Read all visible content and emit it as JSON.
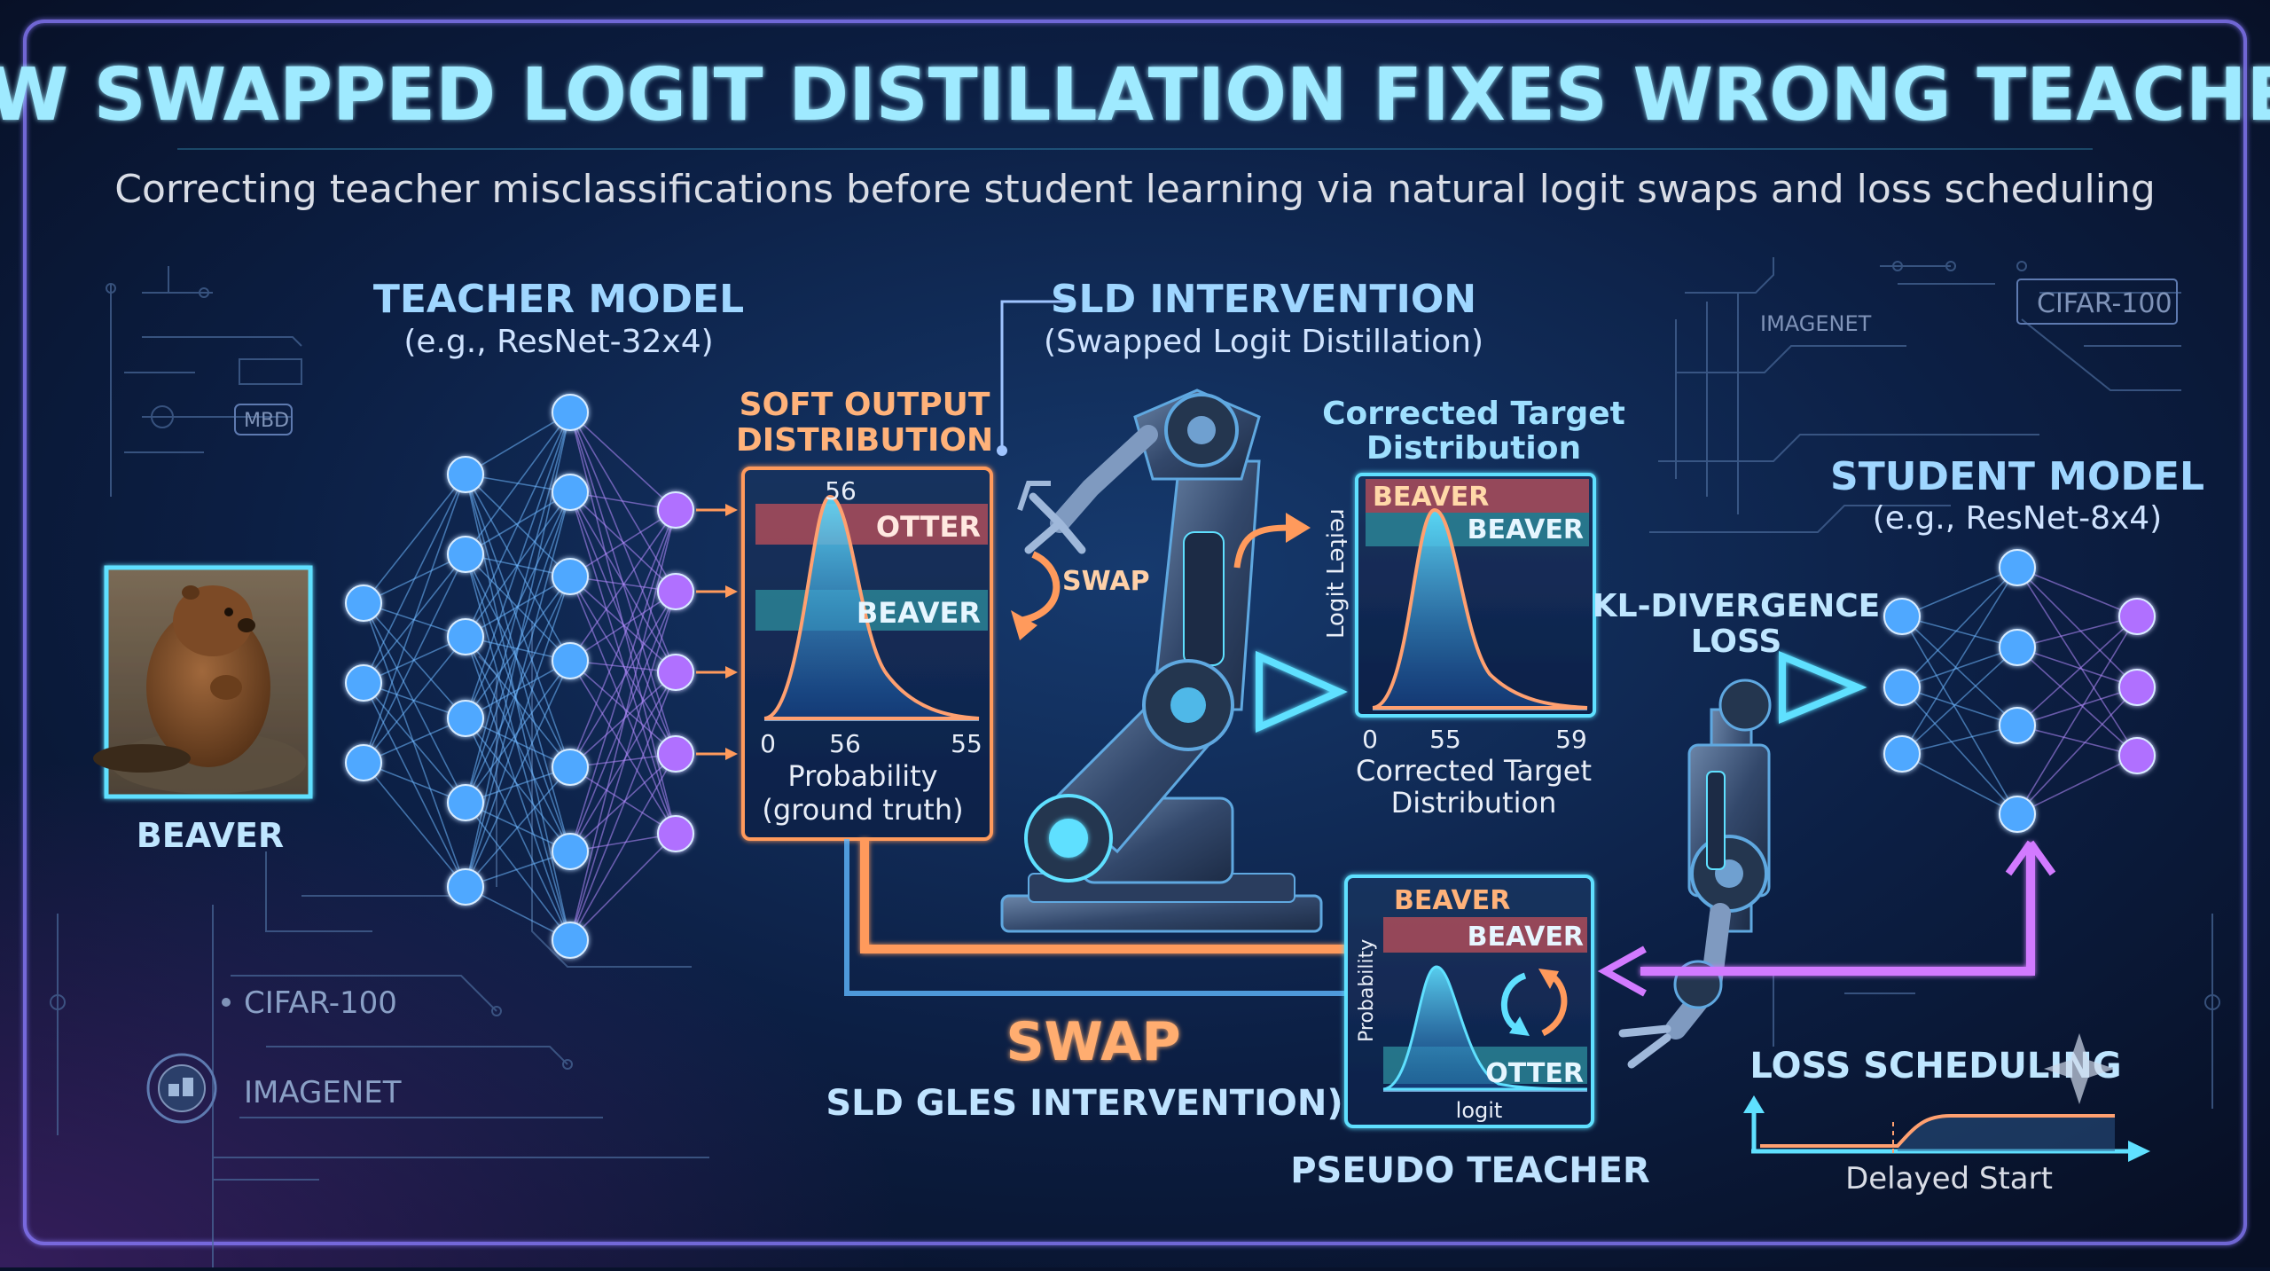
{
  "title": "HOW SWAPPED LOGIT DISTILLATION FIXES WRONG TEACHERS",
  "subtitle": "Correcting teacher misclassifications before student learning via natural logit swaps and loss scheduling",
  "input": {
    "label": "BEAVER"
  },
  "teacher": {
    "title": "TEACHER MODEL",
    "subtitle": "(e.g., ResNet-32x4)"
  },
  "soft_output": {
    "title_line1": "SOFT OUTPUT",
    "title_line2": "DISTRIBUTION",
    "peak_label": "56",
    "class_top": "OTTER",
    "class_bottom": "BEAVER",
    "axis_ticks": [
      "0",
      "56",
      "55"
    ],
    "caption_line1": "Probability",
    "caption_line2": "(ground truth)",
    "swap_label": "SWAP"
  },
  "sld": {
    "title": "SLD INTERVENTION",
    "subtitle": "(Swapped Logit Distillation)"
  },
  "corrected": {
    "title_line1": "Corrected Target",
    "title_line2": "Distribution",
    "y_label": "Logit Ləʇiəɹ",
    "class_top_left": "BEAVER",
    "class_top_right": "BEAVER",
    "axis_ticks": [
      "0",
      "55",
      "59"
    ],
    "caption_line1": "Corrected Target",
    "caption_line2": "Distribution"
  },
  "kl": {
    "line1": "KL-DIVERGENCE",
    "line2": "LOSS"
  },
  "student": {
    "title": "STUDENT MODEL",
    "subtitle": "(e.g., ResNet-8x4)"
  },
  "pseudo": {
    "class_top_left": "BEAVER",
    "class_top_right": "BEAVER",
    "class_bottom": "OTTER",
    "y_label": "Probability",
    "x_label": "logit",
    "title": "PSEUDO TEACHER"
  },
  "swap_bottom": {
    "label": "SWAP",
    "sublabel": "SLD GLES INTERVENTION)"
  },
  "loss_scheduling": {
    "title": "LOSS SCHEDULING",
    "caption": "Delayed Start"
  },
  "datasets": {
    "left_1": "CIFAR-100",
    "left_2": "IMAGENET",
    "left_tag": "MBD",
    "right_1": "IMAGENET",
    "right_2": "CIFAR-100"
  },
  "colors": {
    "background": "#08122b",
    "title": "#9feaff",
    "accent_orange": "#ff9a5c",
    "accent_cyan": "#4fd6ff",
    "node_blue": "#4fa8ff",
    "node_purple": "#b070ff",
    "salmon_bar": "#c0505a",
    "teal_bar": "#2e8f9e"
  },
  "icons": [
    "robot-arm-icon",
    "beaver-photo",
    "swap-cycle-icon",
    "sparkle-icon"
  ]
}
